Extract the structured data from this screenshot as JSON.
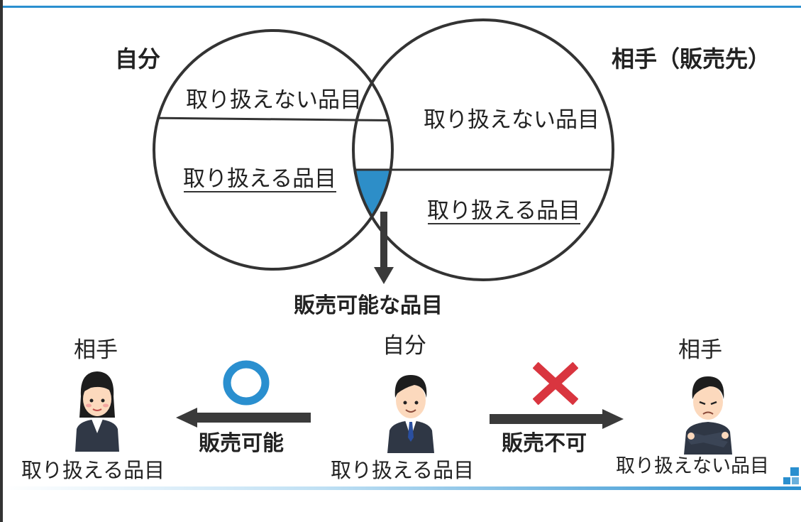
{
  "colors": {
    "accent": "#2a8fcf",
    "overlap_fill": "#2d8ec8",
    "arrow": "#3a3a3a",
    "cross": "#d9353f",
    "circle_mark": "#2a8fcf"
  },
  "venn": {
    "left_title": "自分",
    "right_title": "相手（販売先）",
    "left_top": "取り扱えない品目",
    "left_bottom": "取り扱える品目",
    "right_top": "取り扱えない品目",
    "right_bottom": "取り扱える品目",
    "result": "販売可能な品目"
  },
  "people": {
    "left": {
      "title": "相手",
      "caption": "取り扱える品目",
      "icon": "woman-office-worker-icon"
    },
    "center": {
      "title": "自分",
      "caption": "取り扱える品目",
      "icon": "man-office-worker-icon"
    },
    "right": {
      "title": "相手",
      "caption": "取り扱えない品目",
      "icon": "troubled-man-crossing-arms-icon"
    }
  },
  "flows": {
    "left": {
      "label": "販売可能",
      "mark": "circle-mark-icon"
    },
    "right": {
      "label": "販売不可",
      "mark": "cross-mark-icon"
    }
  }
}
